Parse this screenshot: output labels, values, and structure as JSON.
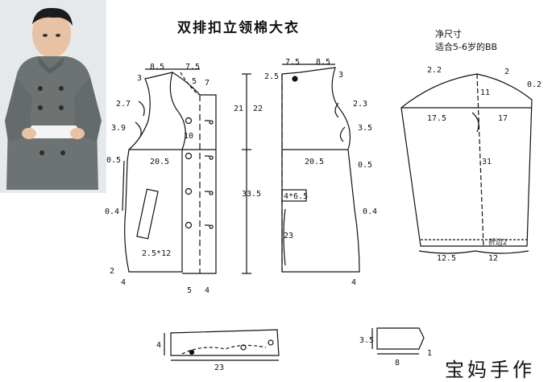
{
  "title": "双排扣立领棉大衣",
  "size_note": {
    "line1": "净尺寸",
    "line2": "适合5-6岁的BB"
  },
  "front": {
    "shoulder_w": "8.5",
    "neck_w": "7.5",
    "neck_drop": "3",
    "collar_off": "5",
    "overlap_top": "7",
    "armhole_upper": "2.7",
    "armhole_lower": "3.9",
    "side_top": "0.5",
    "chest": "20.5",
    "button_gap": "10",
    "hem_flare": "0.4",
    "pocket": "2.5*12",
    "hem_rise": "2",
    "hem_side": "4",
    "placket": "5",
    "placket2": "4"
  },
  "lengths": {
    "upper": "21",
    "upper_back": "22",
    "lower": "33.5"
  },
  "back": {
    "neck_drop": "2.5",
    "neck_w": "7.5",
    "shoulder_w": "8.5",
    "shoulder_drop": "3",
    "armhole_upper": "2.3",
    "armhole_lower": "3.5",
    "chest": "20.5",
    "side_top": "0.5",
    "hem_flare": "0.4",
    "tab": "4*6.5",
    "tab_len": "23",
    "hem_side": "4"
  },
  "sleeve": {
    "cap_left": "2.2",
    "cap_right": "2",
    "cap_edge": "0.2",
    "cap_h": "11",
    "upper_left": "17.5",
    "upper_right": "17",
    "length": "31",
    "cuff_note": "折边2",
    "cuff_left": "12.5",
    "cuff_right": "12"
  },
  "collar": {
    "height": "4",
    "length": "23"
  },
  "tab_piece": {
    "height": "3.5",
    "width": "8",
    "edge": "1"
  },
  "caption": "宝妈手作"
}
